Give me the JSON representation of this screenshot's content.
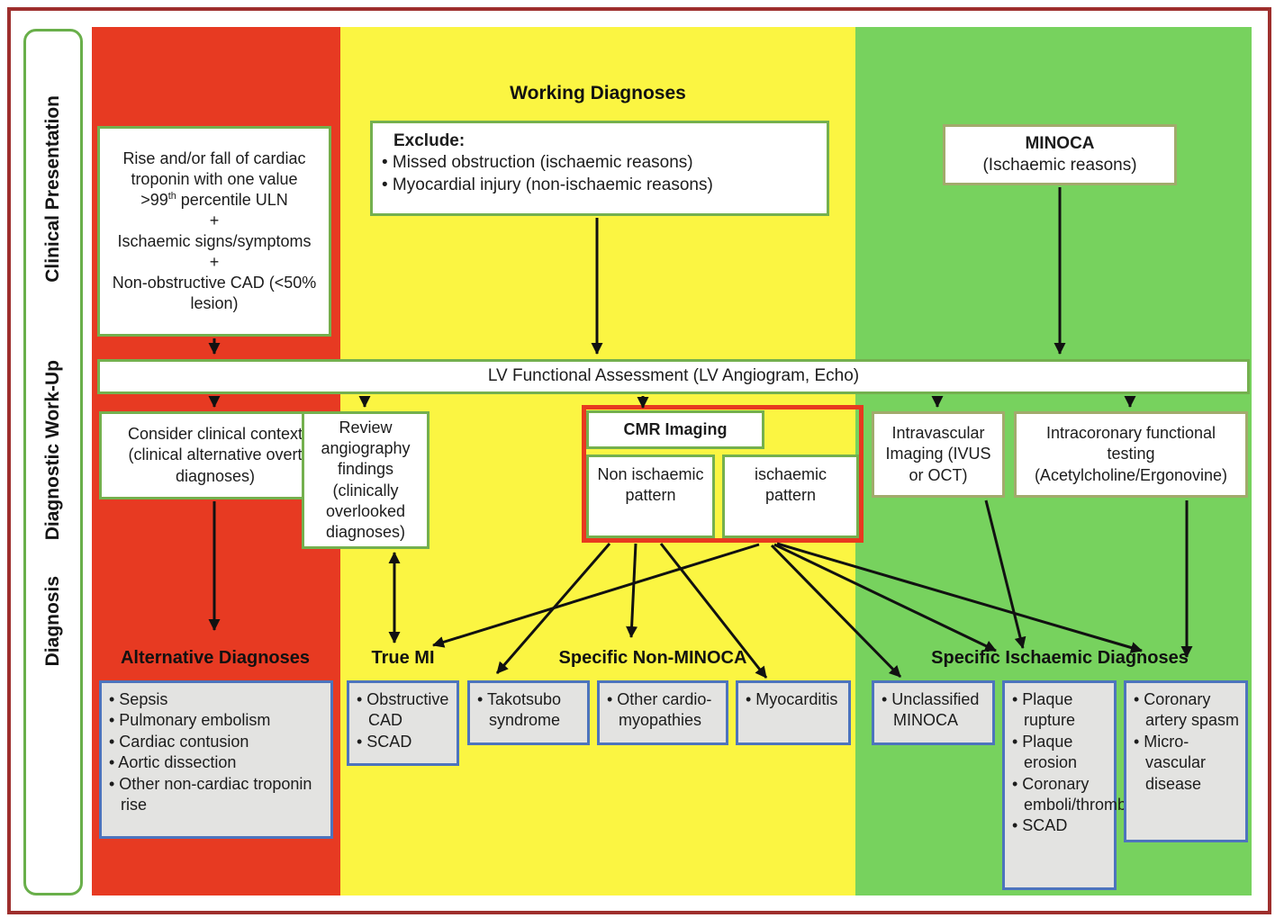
{
  "sidebar": {
    "labels": [
      "Clinical Presentation",
      "Diagnostic Work-Up",
      "Diagnosis"
    ]
  },
  "clinical": {
    "criteria": {
      "line1": "Rise and/or fall of cardiac troponin with one value",
      "gt": ">99",
      "sup": "th",
      "after": " percentile ULN",
      "plus1": "+",
      "line2": "Ischaemic signs/symptoms",
      "plus2": "+",
      "line3": "Non-obstructive CAD (<50% lesion)"
    },
    "working_title": "Working Diagnoses",
    "exclude": {
      "title": "Exclude:",
      "items": [
        "• Missed obstruction (ischaemic reasons)",
        "• Myocardial injury (non-ischaemic reasons)"
      ]
    },
    "minoca": {
      "title": "MINOCA",
      "subtitle": "(Ischaemic reasons)"
    }
  },
  "workup": {
    "lv_bar": "LV Functional Assessment (LV Angiogram, Echo)",
    "consider": "Consider clinical context (clinical alternative overt diagnoses)",
    "review": "Review angiography findings (clinically overlooked diagnoses)",
    "cmr": {
      "title": "CMR Imaging",
      "non_ischaemic": "Non ischaemic pattern",
      "ischaemic": "ischaemic pattern"
    },
    "intravascular": "Intravascular Imaging (IVUS or OCT)",
    "intracoronary": "Intracoronary functional testing (Acetylcholine/Ergonovine)"
  },
  "diagnosis": {
    "alternative": {
      "title": "Alternative Diagnoses",
      "items": [
        "• Sepsis",
        "• Pulmonary embolism",
        "• Cardiac contusion",
        "• Aortic dissection",
        "• Other non-cardiac troponin rise"
      ]
    },
    "true_mi": {
      "title": "True MI",
      "items": [
        "• Obstructive CAD",
        "• SCAD"
      ]
    },
    "non_minoca": {
      "title": "Specific Non-MINOCA",
      "boxes": [
        [
          "• Takotsubo syndrome"
        ],
        [
          "• Other cardio-myopathies"
        ],
        [
          "• Myocarditis"
        ]
      ]
    },
    "ischaemic": {
      "title": "Specific Ischaemic Diagnoses",
      "boxes": [
        [
          "• Unclassified MINOCA"
        ],
        [
          "• Plaque rupture",
          "• Plaque erosion",
          "• Coronary emboli/thrombus",
          "• SCAD"
        ],
        [
          "• Coronary artery spasm",
          "• Micro-vascular disease"
        ]
      ]
    }
  },
  "colors": {
    "column_red": "#e73a22",
    "column_yellow": "#fbf542",
    "column_green": "#77d25e",
    "frame_maroon": "#9e2f2d",
    "box_border_green": "#74b04e",
    "box_border_olive": "#a2aa6c",
    "list_border_blue": "#4d74bd",
    "list_fill_grey": "#e3e3e1",
    "cmr_border_red": "#e8391f",
    "arrow_black": "#111111"
  }
}
